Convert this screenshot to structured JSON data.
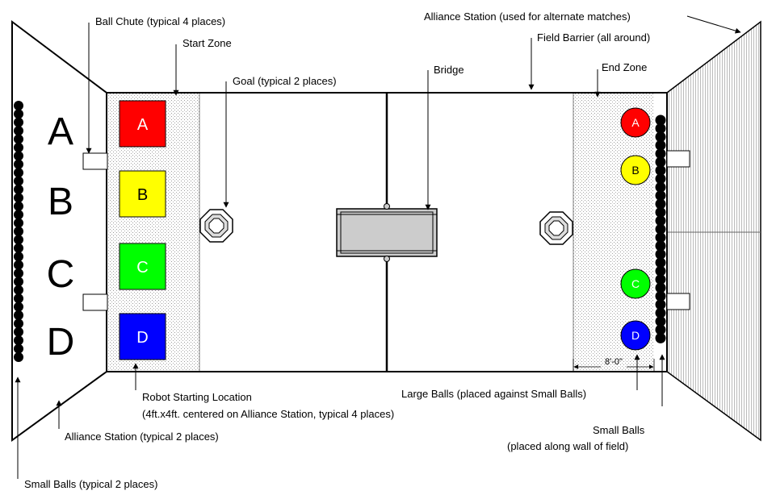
{
  "callouts": {
    "ball_chute": "Ball Chute (typical 4 places)",
    "start_zone": "Start Zone",
    "goal": "Goal (typical 2 places)",
    "bridge": "Bridge",
    "field_barrier": "Field Barrier (all around)",
    "end_zone": "End Zone",
    "alliance_station_alt": "Alliance Station (used for alternate matches)",
    "robot_start_1": "Robot Starting Location",
    "robot_start_2": "(4ft.x4ft. centered on Alliance Station, typical 4 places)",
    "large_balls": "Large Balls (placed against Small Balls)",
    "small_balls_wall_1": "Small Balls",
    "small_balls_wall_2": "(placed along wall of field)",
    "alliance_station": "Alliance Station (typical 2 places)",
    "small_balls_typical": "Small Balls (typical 2 places)"
  },
  "station_letters": [
    "A",
    "B",
    "C",
    "D"
  ],
  "start_squares": [
    {
      "label": "A",
      "color": "#ff0000",
      "text_color": "#ffffff"
    },
    {
      "label": "B",
      "color": "#ffff00",
      "text_color": "#000000"
    },
    {
      "label": "C",
      "color": "#00ff00",
      "text_color": "#ffffff"
    },
    {
      "label": "D",
      "color": "#0000ff",
      "text_color": "#ffffff"
    }
  ],
  "large_balls": [
    {
      "label": "A",
      "color": "#ff0000",
      "text_color": "#ffffff"
    },
    {
      "label": "B",
      "color": "#ffff00",
      "text_color": "#000000"
    },
    {
      "label": "C",
      "color": "#00ff00",
      "text_color": "#ffffff"
    },
    {
      "label": "D",
      "color": "#0000ff",
      "text_color": "#ffffff"
    }
  ],
  "dimension": "8'-0\""
}
